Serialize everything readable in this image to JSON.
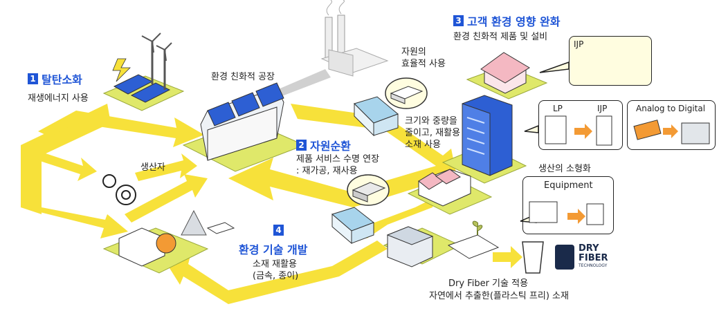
{
  "sections": {
    "decarbonize": {
      "num": "1",
      "title": "탈탄소화",
      "desc": "재생에너지 사용"
    },
    "circulation": {
      "num": "2",
      "title": "자원순환",
      "desc_line1": "제품 서비스 수명 연장",
      "desc_line2": ": 재가공, 재사용"
    },
    "customer": {
      "num": "3",
      "title": "고객 환경 영향 완화",
      "desc": "환경 친화적 제품 및 설비"
    },
    "tech": {
      "num": "4",
      "title": "환경 기술 개발",
      "desc_line1": "소재 재활용",
      "desc_line2": "(금속, 종이)"
    }
  },
  "labels": {
    "factory": "환경 친화적 공장",
    "efficient_line1": "자원의",
    "efficient_line2": "효율적 사용",
    "reduce_line1": "크기와 중량을",
    "reduce_line2": "줄이고, 재활용",
    "reduce_line3": "소재 사용",
    "production": "생산자",
    "miniaturize": "생산의 소형화",
    "dryfiber_line1": "Dry Fiber  기술 적용",
    "dryfiber_line2": "자연에서 추출한(플라스틱 프리) 소재"
  },
  "bubbles": {
    "ijp_top": "IJP",
    "lp": "LP",
    "ijp_mid": "IJP",
    "analog": "Analog to Digital",
    "equipment": "Equipment"
  },
  "logo": {
    "line1": "DRY",
    "line2": "FIBER",
    "line3": "TECHNOLOGY"
  },
  "colors": {
    "accent": "#1f55d6",
    "arrow": "#f7e13a",
    "ground": "#dfe86a",
    "bubble_fill": "#fffde0"
  }
}
